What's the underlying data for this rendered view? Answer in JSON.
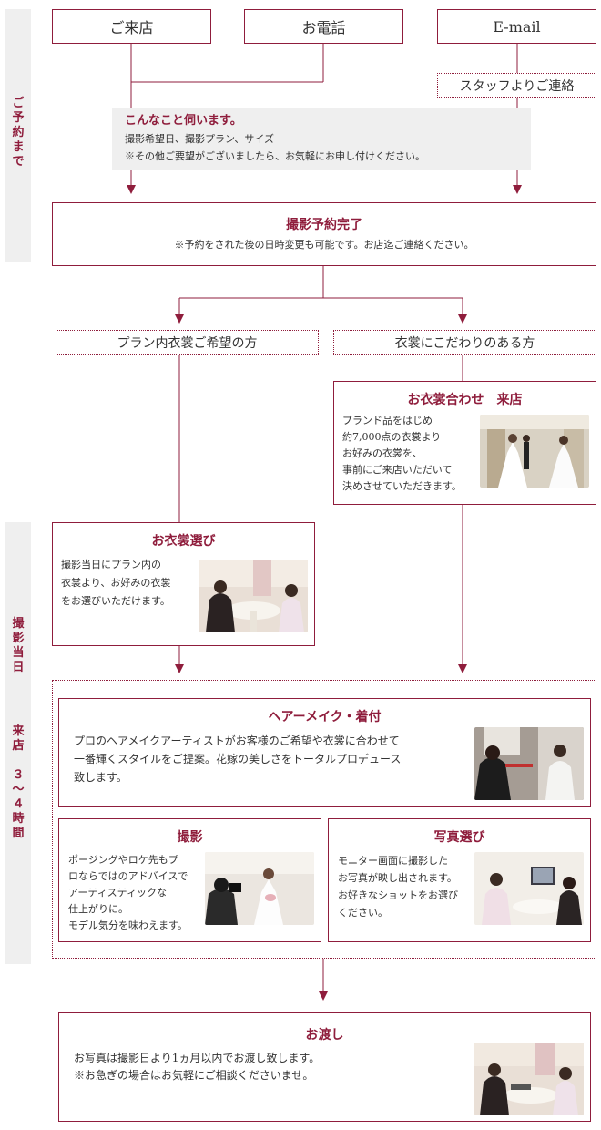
{
  "sidebar": {
    "top": "ご\n予\n約\nま\nで",
    "bottom1": "撮\n影\n当\n日",
    "bottom2": "来\n店\n　\n３\n〜\n４\n時\n間"
  },
  "top_boxes": {
    "visit": "ご来店",
    "phone": "お電話",
    "email": "E-mail"
  },
  "staff_contact": "スタッフよりご連絡",
  "inquiry": {
    "title": "こんなこと伺います。",
    "line1": "撮影希望日、撮影プラン、サイズ",
    "line2": "※その他ご要望がございましたら、お気軽にお申し付けください。"
  },
  "complete": {
    "title": "撮影予約完了",
    "text": "※予約をされた後の日時変更も可能です。お店迄ご連絡ください。"
  },
  "branch": {
    "left": "プラン内衣裳ご希望の方",
    "right": "衣裳にこだわりのある方"
  },
  "fitting": {
    "title": "お衣裳合わせ　来店",
    "lines": [
      "ブランド品をはじめ",
      "約7,000点の衣裳より",
      "お好みの衣裳を、",
      "事前にご来店いただいて",
      "決めさせていただきます。"
    ]
  },
  "selection": {
    "title": "お衣裳選び",
    "lines": [
      "撮影当日にプラン内の",
      "衣裳より、お好みの衣裳",
      "をお選びいただけます。"
    ]
  },
  "hair": {
    "title": "ヘアーメイク・着付",
    "lines": [
      "プロのヘアメイクアーティストがお客様のご希望や衣裳に合わせて",
      "一番輝くスタイルをご提案。花嫁の美しさをトータルプロデュース",
      "致します。"
    ]
  },
  "shoot": {
    "title": "撮影",
    "lines": [
      "ポージングやロケ先もプ",
      "ロならではのアドバイスで",
      "アーティスティックな",
      "仕上がりに。",
      "モデル気分を味わえます。"
    ]
  },
  "photo_select": {
    "title": "写真選び",
    "lines": [
      "モニター画面に撮影した",
      "お写真が映し出されます。",
      "お好きなショットをお選び",
      "ください。"
    ]
  },
  "delivery": {
    "title": "お渡し",
    "lines": [
      "お写真は撮影日より1ヵ月以内でお渡し致します。",
      "※お急ぎの場合はお気軽にご相談くださいませ。"
    ]
  },
  "colors": {
    "accent": "#8f1d3c",
    "sidebar_bg": "#efefef",
    "note_bg": "#efefef"
  }
}
